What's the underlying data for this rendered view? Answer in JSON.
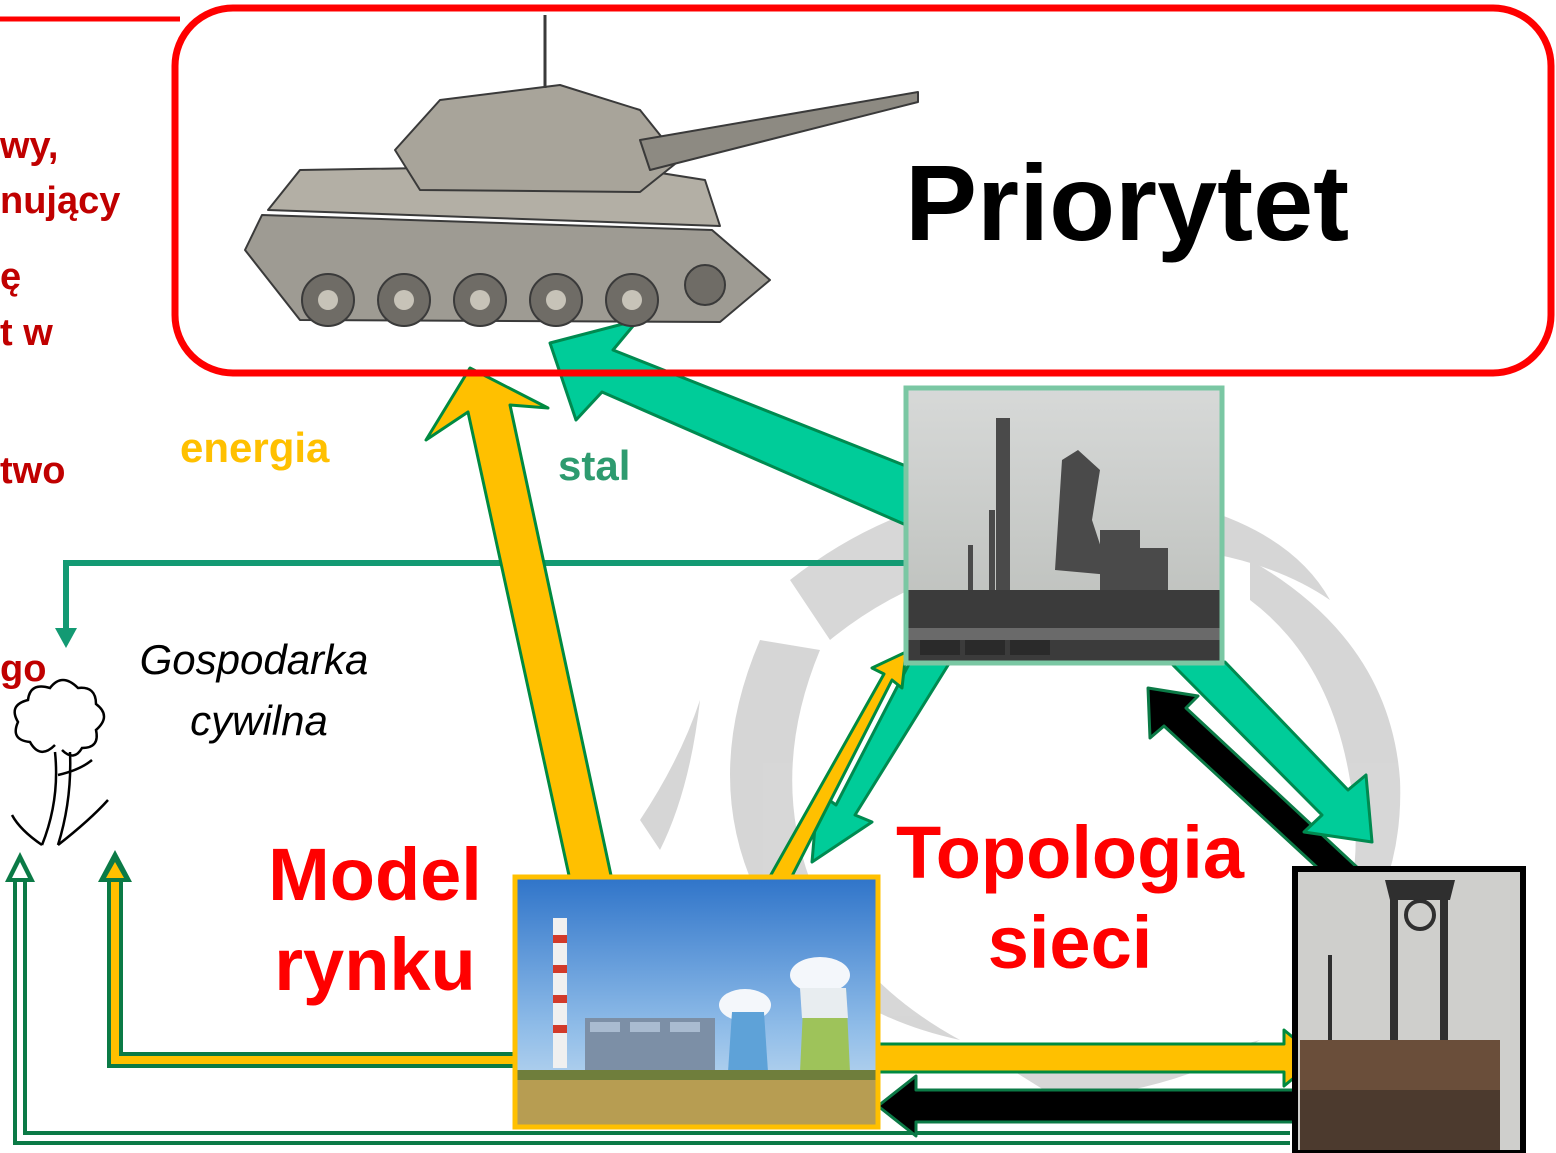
{
  "title": "Priorytet",
  "side_text": [
    "wy,",
    "nujący",
    "ę",
    "t w",
    "two",
    "go"
  ],
  "labels": {
    "energia": "energia",
    "stal": "stal",
    "civil_line1": "Gospodarka",
    "civil_line2": "cywilna",
    "model_line1": "Model",
    "model_line2": "rynku",
    "topology_line1": "Topologia",
    "topology_line2": "sieci"
  },
  "colors": {
    "accent_red": "#ff0000",
    "dark_red_text": "#c00000",
    "energy_yellow": "#ffc000",
    "energy_label": "#ffc000",
    "steel_teal": "#00cc99",
    "steel_label": "#2e9b6f",
    "coal_black": "#000000",
    "edge_green": "#008050"
  },
  "icons": [
    "tank-icon",
    "tree-icon",
    "steel-mill-icon",
    "power-plant-icon",
    "coal-mine-icon",
    "swirl-background-icon"
  ]
}
